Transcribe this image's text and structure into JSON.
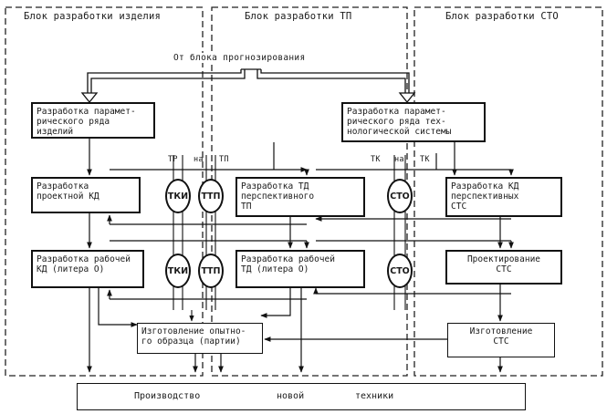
{
  "columns": {
    "product": "Блок разработки изделия",
    "tp": "Блок разработки ТП",
    "sto": "Блок разработки СТО"
  },
  "forecast_note": "От блока прогнозирования",
  "pin_labels": {
    "row1_tp": "ТР",
    "row1_na": "на",
    "row1_tp2": "ТП",
    "row1_tk": "ТК",
    "row1_na2": "на",
    "row1_tk2": "ТК"
  },
  "boxes": {
    "param_product": "Разработка парамет-\nрического ряда\nизделий",
    "param_tech": "Разработка парамет-\nрического ряда тех-\nнологической системы",
    "design_kd": "Разработка\nпроектной КД",
    "persp_td": "Разработка ТД\nперспективного\nТП",
    "persp_kd_sto": "Разработка КД\nперспективных\nСТС",
    "work_kd": "Разработка рабочей\nКД (литера О)",
    "work_td": "Разработка рабочей\nТД (литера О)",
    "design_sto": "Проектирование\nСТС",
    "make_prototype": "Изготовление опытно-\nго образца (партии)",
    "make_sto": "Изготовление\nСТС"
  },
  "circles": {
    "tki_1": "ТКИ",
    "ttp_1": "ТТП",
    "sto_1": "СТО",
    "tki_2": "ТКИ",
    "ttp_2": "ТТП",
    "sto_2": "СТО"
  },
  "production": {
    "w1": "Производство",
    "w2": "новой",
    "w3": "техники"
  }
}
